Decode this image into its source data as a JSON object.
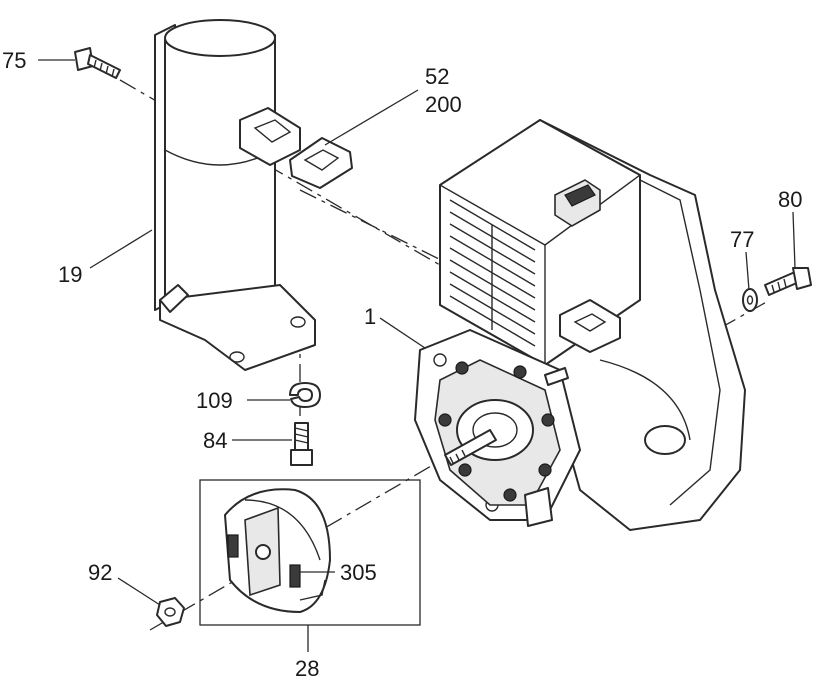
{
  "labels": {
    "p75": "75",
    "p52": "52",
    "p200": "200",
    "p19": "19",
    "p80": "80",
    "p77": "77",
    "p1": "1",
    "p109": "109",
    "p84": "84",
    "p92": "92",
    "p305": "305",
    "p28": "28"
  }
}
